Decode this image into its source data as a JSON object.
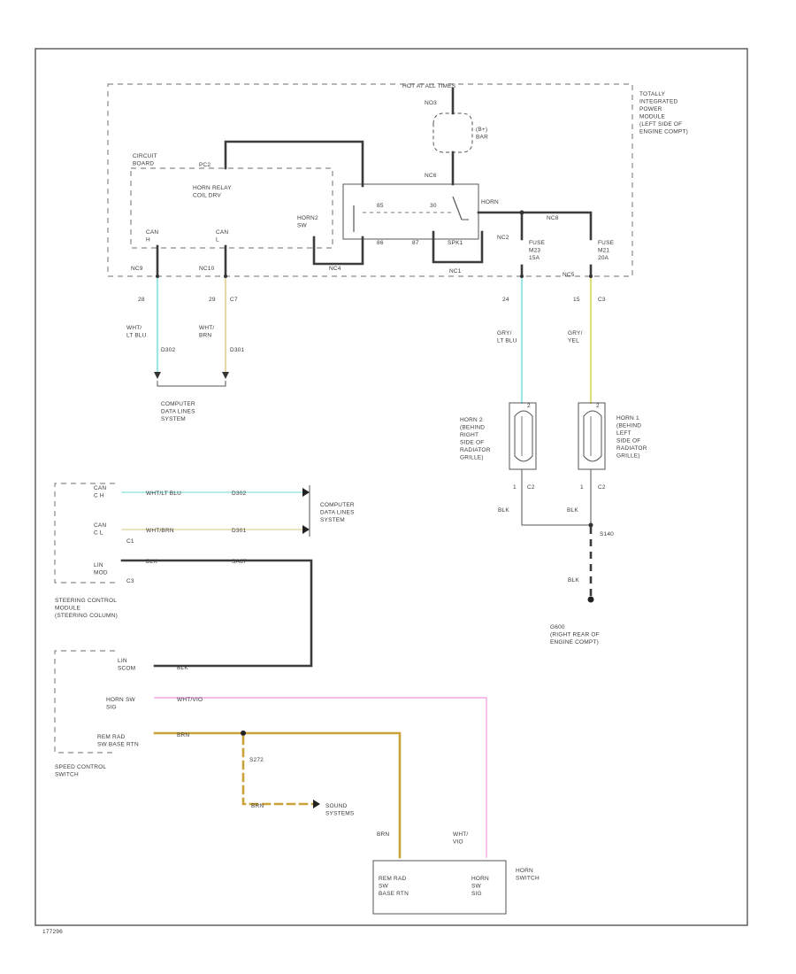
{
  "tpim": {
    "b_plus": "HOT AT ALL TIMES",
    "b_plus_terminal": "NO3",
    "bus_bar": "(B+)\nBAR",
    "module": "TOTALLY\nINTEGRATED\nPOWER\nMODULE\n(LEFT SIDE OF\nENGINE COMPT)",
    "circuit_board": "CIRCUIT\nBOARD",
    "relay_coil": "HORN RELAY\nCOIL DRV",
    "relay_term_a": "PC2",
    "relay_term_b": "NC6",
    "horn_sw": "HORN2\nSW",
    "horn_label": "HORN",
    "can_h": "CAN\nH",
    "can_l": "CAN\nL",
    "pin_85": "85",
    "pin_86": "86",
    "pin_30": "30",
    "pin_87": "87",
    "relay_sub": "SPK1",
    "fuse1": "FUSE\nM23\n15A",
    "fuse2": "FUSE\nM21\n20A",
    "nc_a": "NC2",
    "nc_b": "NC8",
    "ref_a": "NC9",
    "ref_b": "NC10",
    "ref_c": "NC4",
    "ref_d": "NC1",
    "ref_e": "NC5"
  },
  "wires": {
    "c1_pin": "28",
    "c1_color": "WHT/\nLT BLU",
    "c1_splice": "D302",
    "c2_pin": "29",
    "c2_conn": "C7",
    "c2_color": "WHT/\nBRN",
    "c2_splice": "D301",
    "h2_pin": "24",
    "h2_color": "GRY/\nLT BLU",
    "h1_pin": "15",
    "h1_conn": "C3",
    "h1_color": "GRY/\nYEL",
    "cdl_bottom": "COMPUTER\nDATA LINES\nSYSTEM"
  },
  "horns": {
    "horn2": "HORN 2\n(BEHIND\nRIGHT\nSIDE OF\nRADIATOR\nGRILLE)",
    "horn1": "HORN 1\n(BEHIND\nLEFT\nSIDE OF\nRADIATOR\nGRILLE)",
    "pin2": "2",
    "pin1": "1",
    "conn": "C2",
    "blk": "BLK",
    "splice": "S140",
    "ground": "G600\n(RIGHT REAR OF\nENGINE COMPT)"
  },
  "scm": {
    "can_h": "CAN\nC H",
    "can_l": "CAN\nC L",
    "lin": "LIN\nMOD",
    "wire_h": "WHT/LT BLU",
    "wire_h_ref": "D302",
    "wire_l": "WHT/BRN",
    "wire_l_ref": "D301",
    "pin_c1": "C1",
    "pin_c3": "C3",
    "lin_color": "BLK",
    "lin_ref": "SA67",
    "cdl": "COMPUTER\nDATA LINES\nSYSTEM",
    "title": "STEERING CONTROL\nMODULE\n(STEERING COLUMN)"
  },
  "sws": {
    "lin": "LIN\nSCOM",
    "horn_sw": "HORN SW\nSIG",
    "remrad": "REM RAD\nSW BASE RTN",
    "title": "SPEED CONTROL\nSWITCH",
    "wht_vio": "WHT/VIO",
    "brn": "BRN",
    "splice": "S272",
    "sound": "SOUND\nSYSTEMS",
    "brn2": "BRN",
    "wht2": "WHT/\nVIO",
    "blk": "BLK"
  },
  "hsw": {
    "left": "REM RAD\nSW\nBASE RTN",
    "right": "HORN\nSW\nSIG",
    "title": "HORN\nSWITCH"
  },
  "footer": {
    "code": "177296"
  },
  "colors": {
    "ltblu": "#9fe6e6",
    "brnwht": "#e5d9a8",
    "pink": "#f3a7e6",
    "yellow": "#d9e27a",
    "brn": "#caa23a"
  }
}
